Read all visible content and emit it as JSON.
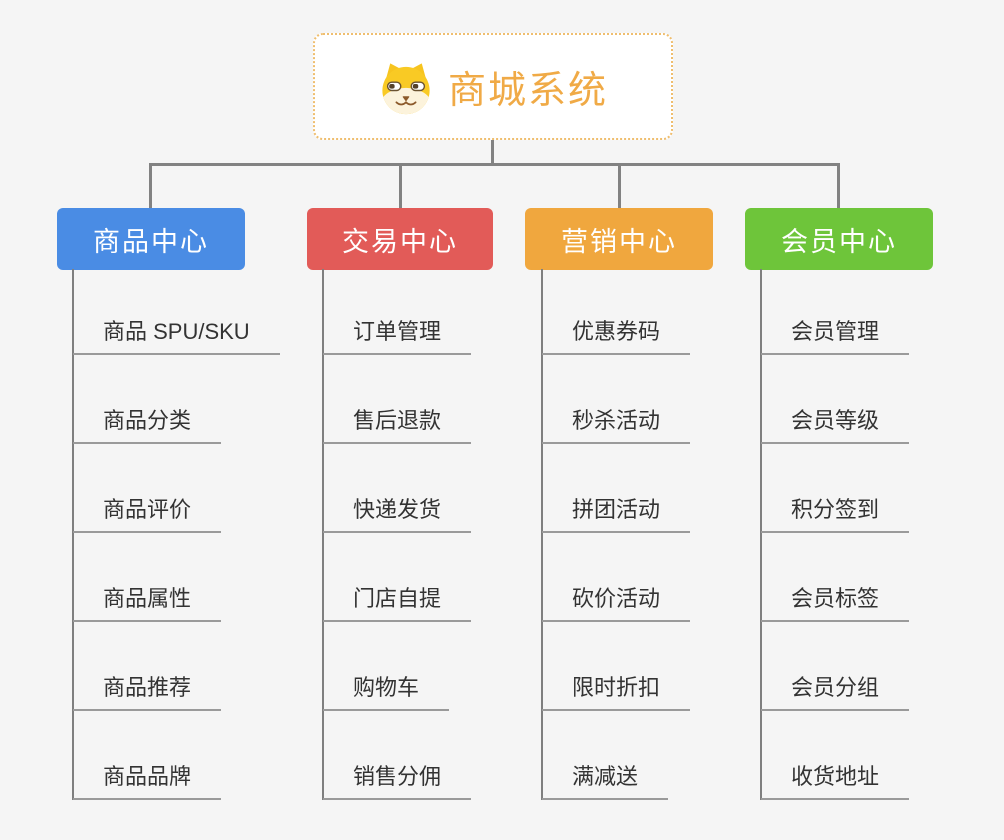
{
  "canvas_background": "#f5f5f5",
  "connector_color": "#828282",
  "root": {
    "title": "商城系统",
    "icon": "dog-face-icon",
    "title_color": "#f0aa46",
    "border_color": "#efbe6f",
    "background": "#ffffff"
  },
  "branches": [
    {
      "label": "商品中心",
      "color": "#4a8ce4",
      "items": [
        "商品 SPU/SKU",
        "商品分类",
        "商品评价",
        "商品属性",
        "商品推荐",
        "商品品牌"
      ]
    },
    {
      "label": "交易中心",
      "color": "#e25b58",
      "items": [
        "订单管理",
        "售后退款",
        "快递发货",
        "门店自提",
        "购物车",
        "销售分佣"
      ]
    },
    {
      "label": "营销中心",
      "color": "#f0a73e",
      "items": [
        "优惠券码",
        "秒杀活动",
        "拼团活动",
        "砍价活动",
        "限时折扣",
        "满减送"
      ]
    },
    {
      "label": "会员中心",
      "color": "#6ec53a",
      "items": [
        "会员管理",
        "会员等级",
        "积分签到",
        "会员标签",
        "会员分组",
        "收货地址"
      ]
    }
  ]
}
